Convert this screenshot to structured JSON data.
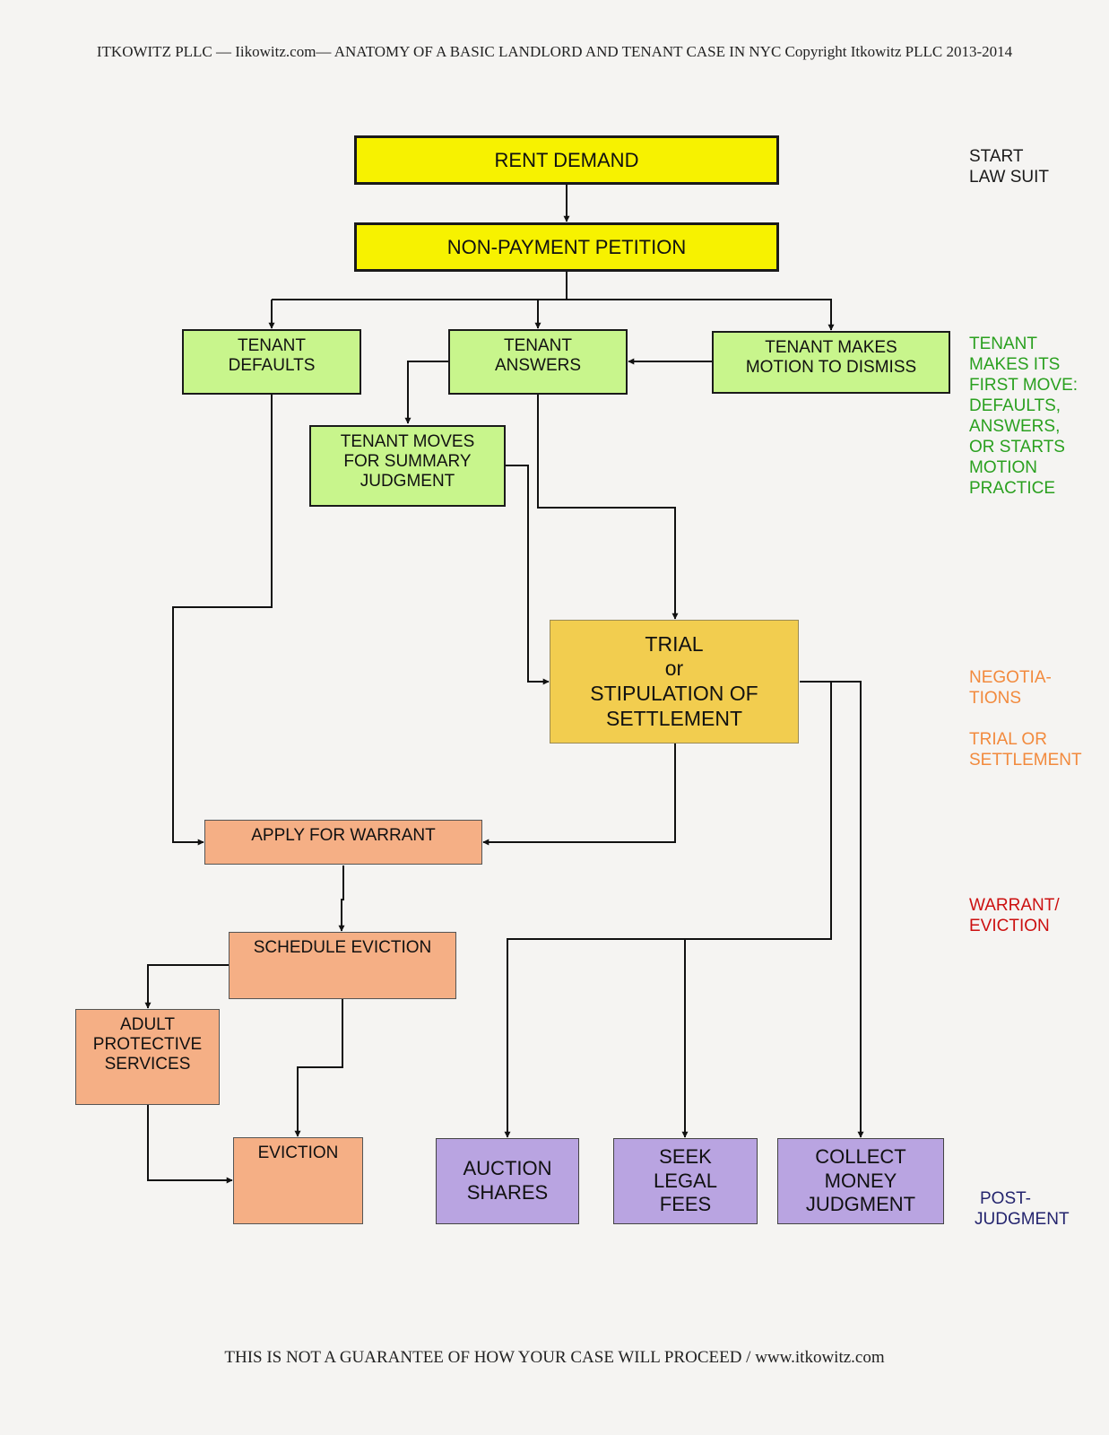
{
  "header": {
    "text": "ITKOWITZ PLLC — Iikowitz.com— ANATOMY OF A BASIC LANDLORD AND TENANT CASE IN NYC  Copyright Itkowitz PLLC 2013-2014"
  },
  "footer": {
    "text": "THIS IS NOT A GUARANTEE OF HOW YOUR CASE WILL PROCEED / www.itkowitz.com"
  },
  "colors": {
    "start_stage": "#f7f200",
    "first_move_stage": "#c8f58c",
    "trial_stage": "#f2cd4f",
    "warrant_stage": "#f5af85",
    "post_judgment_stage": "#b9a4e1"
  },
  "boxes": {
    "rent_demand": {
      "lines": [
        "RENT DEMAND"
      ]
    },
    "petition": {
      "lines": [
        "NON-PAYMENT PETITION"
      ]
    },
    "tenant_defaults": {
      "lines": [
        "TENANT",
        "DEFAULTS"
      ]
    },
    "tenant_answers": {
      "lines": [
        "TENANT",
        "ANSWERS"
      ]
    },
    "motion_dismiss": {
      "lines": [
        "TENANT MAKES",
        "MOTION TO DISMISS"
      ]
    },
    "summary_judgment": {
      "lines": [
        "TENANT MOVES",
        "FOR SUMMARY",
        "JUDGMENT"
      ]
    },
    "trial": {
      "lines": [
        "TRIAL",
        "or",
        "STIPULATION OF",
        "SETTLEMENT"
      ]
    },
    "apply_warrant": {
      "lines": [
        "APPLY FOR WARRANT"
      ]
    },
    "schedule_eviction": {
      "lines": [
        "SCHEDULE EVICTION"
      ]
    },
    "aps": {
      "lines": [
        "ADULT",
        "PROTECTIVE",
        "SERVICES"
      ]
    },
    "eviction": {
      "lines": [
        "EVICTION"
      ]
    },
    "auction": {
      "lines": [
        "AUCTION",
        "SHARES"
      ]
    },
    "legal_fees": {
      "lines": [
        "SEEK",
        "LEGAL",
        "FEES"
      ]
    },
    "money_judgment": {
      "lines": [
        "COLLECT",
        "MONEY",
        "JUDGMENT"
      ]
    }
  },
  "stages": {
    "start": {
      "lines": [
        "START",
        "LAW SUIT"
      ],
      "color": "#1a1a1a"
    },
    "first_move": {
      "lines": [
        "TENANT",
        "MAKES ITS",
        "FIRST MOVE:",
        "DEFAULTS,",
        "ANSWERS,",
        "OR STARTS",
        "MOTION",
        "PRACTICE"
      ],
      "color": "#2aa01f"
    },
    "negotiations": {
      "lines": [
        "NEGOTIA-",
        "TIONS"
      ],
      "color": "#f28a3d"
    },
    "trial_or_settlement": {
      "lines": [
        "TRIAL OR",
        "SETTLEMENT"
      ],
      "color": "#f28a3d"
    },
    "warrant_eviction": {
      "lines": [
        "WARRANT/",
        "EVICTION"
      ],
      "color": "#cc1010"
    },
    "post_judgment": {
      "lines": [
        "POST-",
        "JUDGMENT"
      ],
      "color": "#24246e"
    }
  }
}
